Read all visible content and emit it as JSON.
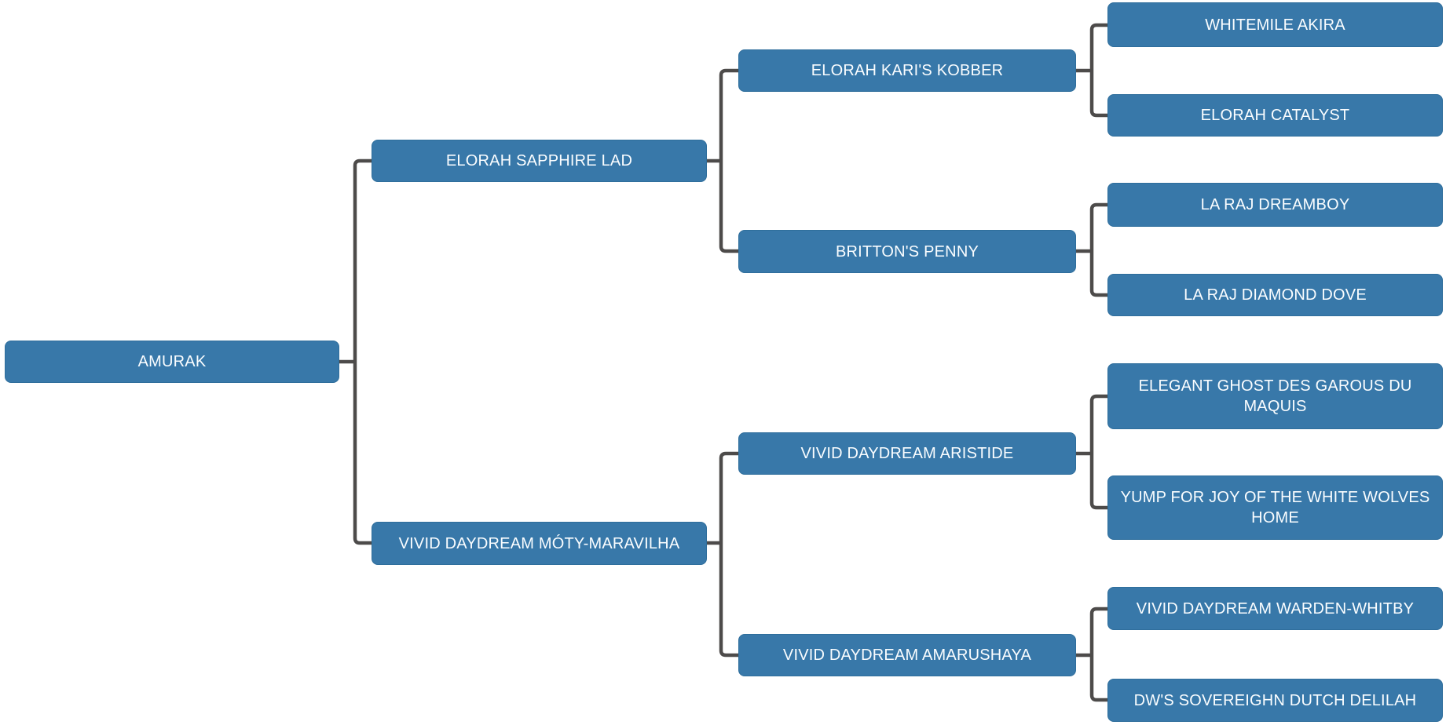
{
  "diagram": {
    "kind": "pedigree-family-tree",
    "generations": 4,
    "colors": {
      "node_fill": "#3878a9",
      "node_border": "#2f6e9c",
      "node_text": "#fafdff",
      "connector": "#4d4b4a",
      "background": "#ffffff"
    }
  },
  "tree": {
    "label": "AMURAK",
    "sire": {
      "label": "ELORAH SAPPHIRE LAD",
      "sire": {
        "label": "ELORAH KARI'S KOBBER",
        "sire": {
          "label": "WHITEMILE AKIRA"
        },
        "dam": {
          "label": "ELORAH CATALYST"
        }
      },
      "dam": {
        "label": "BRITTON'S PENNY",
        "sire": {
          "label": "LA RAJ DREAMBOY"
        },
        "dam": {
          "label": "LA RAJ DIAMOND DOVE"
        }
      }
    },
    "dam": {
      "label": "VIVID DAYDREAM MÓTY-MARAVILHA",
      "sire": {
        "label": "VIVID DAYDREAM ARISTIDE",
        "sire": {
          "label": "ELEGANT GHOST DES GAROUS DU MAQUIS"
        },
        "dam": {
          "label": "YUMP FOR JOY OF THE WHITE WOLVES HOME"
        }
      },
      "dam": {
        "label": "VIVID DAYDREAM AMARUSHAYA",
        "sire": {
          "label": "VIVID DAYDREAM WARDEN-WHITBY"
        },
        "dam": {
          "label": "DW'S SOVEREIGHN DUTCH DELILAH"
        }
      }
    }
  }
}
